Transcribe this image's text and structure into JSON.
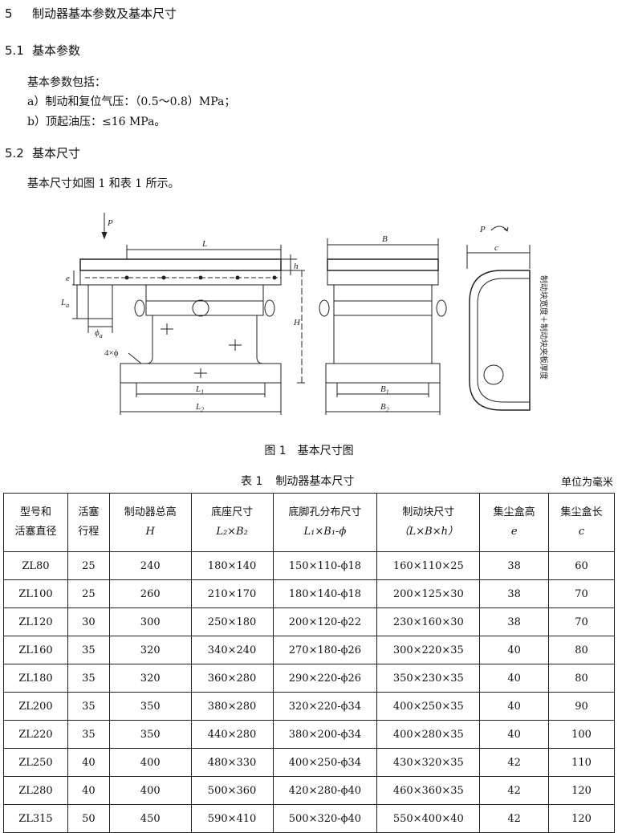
{
  "section": {
    "number": "5",
    "title": "制动器基本参数及基本尺寸"
  },
  "s51": {
    "number": "5.1",
    "title": "基本参数"
  },
  "params": {
    "intro": "基本参数包括：",
    "a": "a）制动和复位气压：（0.5～0.8）MPa；",
    "b": "b）顶起油压：≤16 MPa。"
  },
  "s52": {
    "number": "5.2",
    "title": "基本尺寸"
  },
  "dims_intro": "基本尺寸如图 1 和表 1 所示。",
  "figure": {
    "caption_num": "图 1",
    "caption_text": "基本尺寸图",
    "labels": {
      "P": "P",
      "L": "L",
      "h": "h",
      "e": "e",
      "La": "L",
      "La_sub": "a",
      "phia": "ϕ",
      "phia_sub": "a",
      "four_phi": "4×ϕ",
      "H": "H",
      "L1": "L",
      "L1_sub": "1",
      "L2": "L",
      "L2_sub": "2",
      "B": "B",
      "B1": "B",
      "B1_sub": "1",
      "B2": "B",
      "B2_sub": "2",
      "c": "c",
      "vert_text": "制动块宽度＋制动块夹板厚度"
    }
  },
  "table": {
    "caption_num": "表 1",
    "caption_text": "制动器基本尺寸",
    "unit": "单位为毫米",
    "headers": [
      [
        "型号和",
        "活塞直径"
      ],
      [
        "活塞",
        "行程"
      ],
      [
        "制动器总高",
        "H"
      ],
      [
        "底座尺寸",
        "L₂×B₂"
      ],
      [
        "底脚孔分布尺寸",
        "L₁×B₁-ϕ"
      ],
      [
        "制动块尺寸",
        "（L×B×h）"
      ],
      [
        "集尘盒高",
        "e"
      ],
      [
        "集尘盒长",
        "c"
      ]
    ],
    "rows": [
      [
        "ZL80",
        "25",
        "240",
        "180×140",
        "150×110-ϕ18",
        "160×110×25",
        "38",
        "60"
      ],
      [
        "ZL100",
        "25",
        "260",
        "210×170",
        "180×140-ϕ18",
        "200×125×30",
        "38",
        "70"
      ],
      [
        "ZL120",
        "30",
        "300",
        "250×180",
        "200×120-ϕ22",
        "230×160×30",
        "38",
        "70"
      ],
      [
        "ZL160",
        "35",
        "320",
        "340×240",
        "270×180-ϕ26",
        "300×220×35",
        "40",
        "80"
      ],
      [
        "ZL180",
        "35",
        "320",
        "360×280",
        "290×220-ϕ26",
        "350×230×35",
        "40",
        "80"
      ],
      [
        "ZL200",
        "35",
        "350",
        "380×280",
        "320×220-ϕ34",
        "400×250×35",
        "40",
        "90"
      ],
      [
        "ZL220",
        "35",
        "350",
        "440×280",
        "380×200-ϕ34",
        "400×280×35",
        "40",
        "100"
      ],
      [
        "ZL250",
        "40",
        "400",
        "480×330",
        "400×250-ϕ34",
        "430×320×35",
        "42",
        "110"
      ],
      [
        "ZL280",
        "40",
        "400",
        "500×360",
        "420×280-ϕ40",
        "460×360×35",
        "42",
        "120"
      ],
      [
        "ZL315",
        "50",
        "450",
        "590×410",
        "500×320-ϕ40",
        "550×400×40",
        "42",
        "120"
      ]
    ]
  }
}
